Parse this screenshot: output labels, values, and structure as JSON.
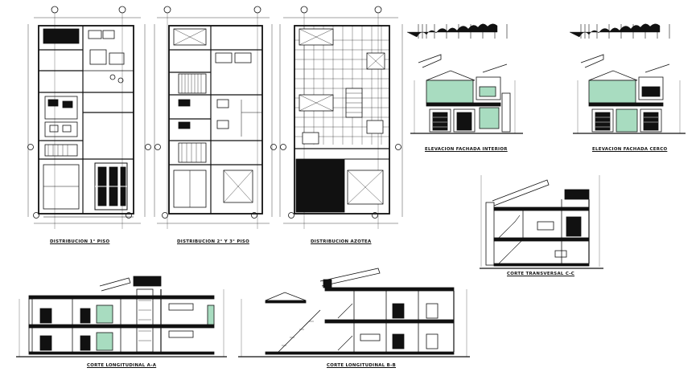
{
  "drawing": {
    "plans": [
      {
        "id": "plan-1",
        "title": "DISTRIBUCION 1° PISO"
      },
      {
        "id": "plan-2",
        "title": "DISTRIBUCION 2° Y 3° PISO"
      },
      {
        "id": "plan-3",
        "title": "DISTRIBUCION AZOTEA"
      }
    ],
    "elevations": [
      {
        "id": "elev-interior",
        "title": "ELEVACION FACHADA INTERIOR"
      },
      {
        "id": "elev-cerco",
        "title": "ELEVACION FACHADA CERCO"
      }
    ],
    "sections": [
      {
        "id": "sec-transversal",
        "title": "CORTE TRANSVERSAL C-C"
      },
      {
        "id": "sec-aa",
        "title": "CORTE LONGITUDINAL A-A"
      },
      {
        "id": "sec-bb",
        "title": "CORTE LONGITUDINAL B-B"
      }
    ],
    "colors": {
      "line": "#111111",
      "green": "#a8dcc0",
      "fill_dark": "#111111"
    }
  }
}
